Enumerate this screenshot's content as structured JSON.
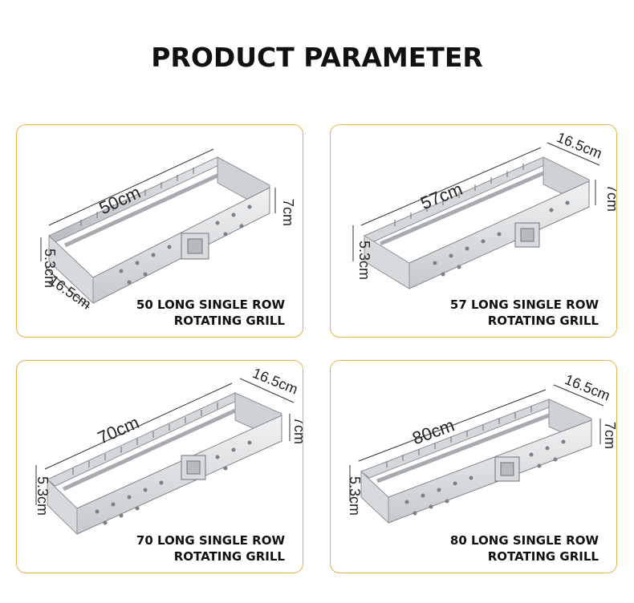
{
  "page": {
    "title": "PRODUCT PARAMETER"
  },
  "products": [
    {
      "id": "p50",
      "length_label": "50cm",
      "depth_label": "16.5cm",
      "height_label": "7cm",
      "side_label": "5.3cm",
      "caption_line1": "50 LONG SINGLE ROW",
      "caption_line2": "ROTATING GRILL"
    },
    {
      "id": "p57",
      "length_label": "57cm",
      "depth_label": "16.5cm",
      "height_label": "7cm",
      "side_label": "5.3cm",
      "caption_line1": "57 LONG SINGLE ROW",
      "caption_line2": "ROTATING GRILL"
    },
    {
      "id": "p70",
      "length_label": "70cm",
      "depth_label": "16.5cm",
      "height_label": "7cm",
      "side_label": "5.3cm",
      "caption_line1": "70 LONG SINGLE ROW",
      "caption_line2": "ROTATING GRILL"
    },
    {
      "id": "p80",
      "length_label": "80cm",
      "depth_label": "16.5cm",
      "height_label": "7cm",
      "side_label": "5.3cm",
      "caption_line1": "80 LONG SINGLE ROW",
      "caption_line2": "ROTATING GRILL"
    }
  ],
  "colors": {
    "card_border": "#e6b34c",
    "steel_light": "#e4e6e8",
    "steel_dark": "#9aa0a6"
  }
}
